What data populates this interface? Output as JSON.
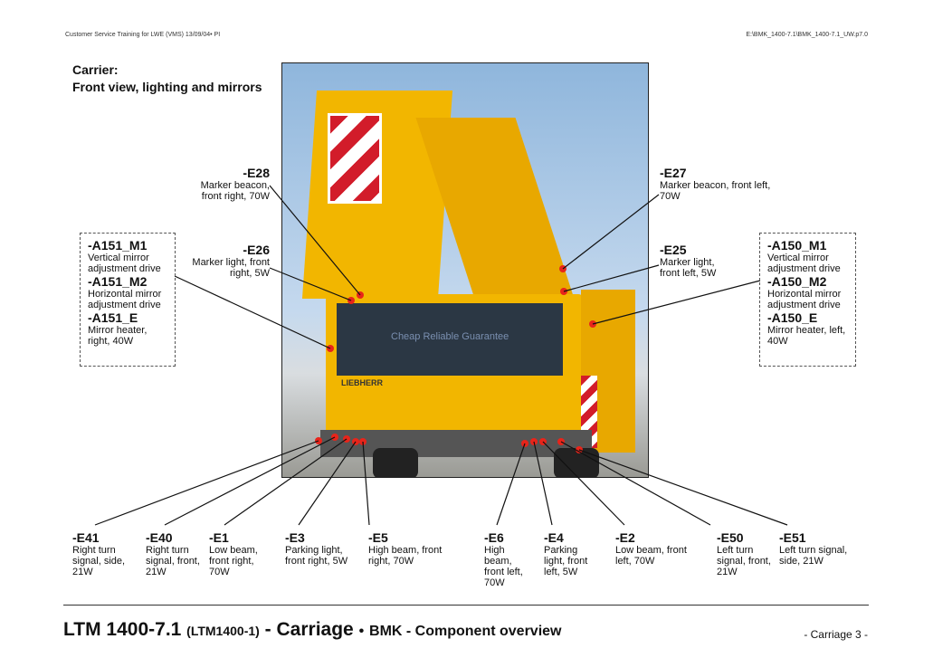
{
  "header": {
    "left": "Customer Service Training for LWE (VMS) 13/09/04• PI",
    "right": "E:\\BMK_1400-7.1\\BMK_1400-7.1_UW.p7.0"
  },
  "title": {
    "line1": "Carrier:",
    "line2": "Front view, lighting and mirrors"
  },
  "photo": {
    "brand": "LIEBHERR",
    "watermark": "Cheap Reliable Guarantee"
  },
  "labels": {
    "E28": {
      "code": "-E28",
      "desc": "Marker beacon, front right, 70W"
    },
    "E26": {
      "code": "-E26",
      "desc": "Marker light, front right, 5W"
    },
    "E27": {
      "code": "-E27",
      "desc": "Marker beacon, front left, 70W"
    },
    "E25": {
      "code": "-E25",
      "desc": "Marker light, front left, 5W"
    },
    "A151": [
      {
        "code": "-A151_M1",
        "desc": "Vertical mirror adjustment drive"
      },
      {
        "code": "-A151_M2",
        "desc": "Horizontal mirror adjustment drive"
      },
      {
        "code": "-A151_E",
        "desc": "Mirror heater, right, 40W"
      }
    ],
    "A150": [
      {
        "code": "-A150_M1",
        "desc": "Vertical mirror adjustment drive"
      },
      {
        "code": "-A150_M2",
        "desc": "Horizontal mirror adjustment drive"
      },
      {
        "code": "-A150_E",
        "desc": "Mirror heater, left, 40W"
      }
    ],
    "bottom": [
      {
        "code": "-E41",
        "desc": "Right turn signal, side, 21W"
      },
      {
        "code": "-E40",
        "desc": "Right turn signal, front, 21W"
      },
      {
        "code": "-E1",
        "desc": "Low beam, front right, 70W"
      },
      {
        "code": "-E3",
        "desc": "Parking light, front right, 5W"
      },
      {
        "code": "-E5",
        "desc": "High beam, front right, 70W"
      },
      {
        "code": "-E6",
        "desc": "High beam, front left, 70W"
      },
      {
        "code": "-E4",
        "desc": "Parking light, front left, 5W"
      },
      {
        "code": "-E2",
        "desc": "Low beam, front left, 70W"
      },
      {
        "code": "-E50",
        "desc": "Left turn signal, front, 21W"
      },
      {
        "code": "-E51",
        "desc": "Left turn signal, side, 21W"
      }
    ]
  },
  "footer": {
    "model": "LTM 1400-7.1",
    "model_code": "(LTM1400-1)",
    "section": "- Carriage",
    "bullet": "•",
    "sub": "BMK - Component overview",
    "page": "- Carriage 3 -"
  },
  "colors": {
    "marker": "#e8241a",
    "crane": "#f2b600"
  }
}
